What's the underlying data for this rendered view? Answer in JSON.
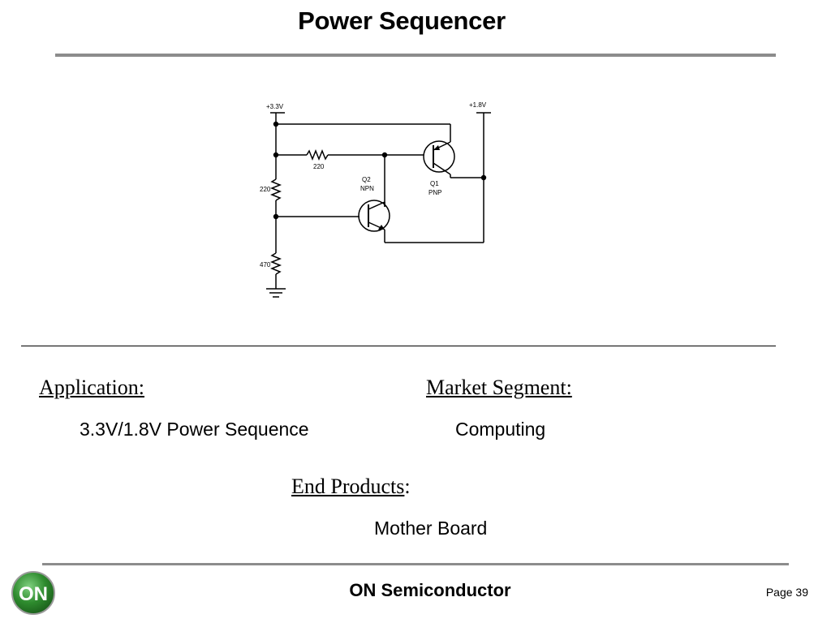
{
  "slide": {
    "title": "Power Sequencer",
    "application_label": "Application:",
    "application_value": "3.3V/1.8V Power Sequence",
    "market_label": "Market Segment:",
    "market_value": "Computing",
    "end_products_label": "End Products",
    "end_products_colon": ":",
    "end_products_value": "Mother Board"
  },
  "schematic": {
    "v_in": "+3.3V",
    "v_out": "+1.8V",
    "r_top": "220",
    "r_series": "220",
    "r_bottom": "470",
    "q1_name": "Q1",
    "q1_type": "PNP",
    "q2_name": "Q2",
    "q2_type": "NPN"
  },
  "footer": {
    "logo_text": "ON",
    "company": "ON Semiconductor",
    "page": "Page 39"
  },
  "colors": {
    "logo_green": "#2e8b2e",
    "rule_gray": "#8c8c8c"
  }
}
